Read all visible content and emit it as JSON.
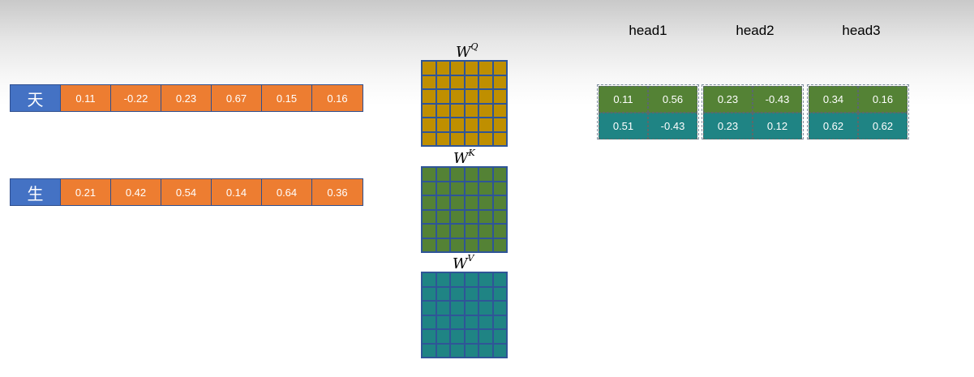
{
  "tokens": [
    {
      "label": "天",
      "values": [
        "0.11",
        "-0.22",
        "0.23",
        "0.67",
        "0.15",
        "0.16"
      ]
    },
    {
      "label": "生",
      "values": [
        "0.21",
        "0.42",
        "0.54",
        "0.14",
        "0.64",
        "0.36"
      ]
    }
  ],
  "matrices": [
    {
      "symbol": "W",
      "superscript": "Q",
      "color": "#bf8f00"
    },
    {
      "symbol": "W",
      "superscript": "K",
      "color": "#548235"
    },
    {
      "symbol": "W",
      "superscript": "V",
      "color": "#1f8484"
    }
  ],
  "heads": [
    {
      "title": "head1",
      "row1": [
        "0.11",
        "0.56"
      ],
      "row2": [
        "0.51",
        "-0.43"
      ]
    },
    {
      "title": "head2",
      "row1": [
        "0.23",
        "-0.43"
      ],
      "row2": [
        "0.23",
        "0.12"
      ]
    },
    {
      "title": "head3",
      "row1": [
        "0.34",
        "0.16"
      ],
      "row2": [
        "0.62",
        "0.62"
      ]
    }
  ],
  "colors": {
    "token_label": "#4472c4",
    "token_cell": "#ed7d31",
    "head_row1": "#548235",
    "head_row2": "#1f8484"
  }
}
